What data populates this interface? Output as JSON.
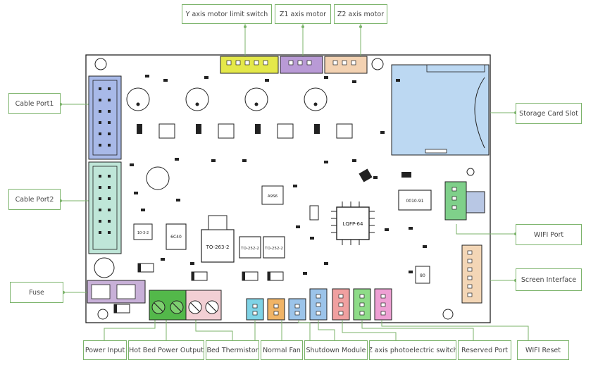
{
  "labels": {
    "y_limit": "Y axis motor limit switch",
    "z1": "Z1 axis motor",
    "z2": "Z2 axis motor",
    "cable1": "Cable Port1",
    "cable2": "Cable Port2",
    "fuse": "Fuse",
    "storage": "Storage Card Slot",
    "wifi_port": "WIFI Port",
    "screen": "Screen Interface",
    "power_input": "Power Input",
    "hot_bed": "Hot Bed Power Output",
    "bed_therm": "Bed Thermistor",
    "normal_fan": "Normal Fan",
    "shutdown": "Shutdown  Module",
    "z_photo": "Z axis photoelectric switch",
    "reserved": "Reserved Port",
    "wifi_reset": "WIFI Reset"
  },
  "chip_text": {
    "mcu": "LQFP-64",
    "to263": "TO-263-2",
    "to252a": "TO-252-2",
    "to252b": "TO-252-2",
    "ic_right": "0010-91",
    "sot": "6C40",
    "pin": "80",
    "lm": "10-3-2",
    "ic_small": "A9S6"
  },
  "colors": {
    "line": "#7bb36a",
    "yellow": "#e4e84a",
    "purple": "#b99ad6",
    "peach": "#f3d2b2",
    "blue_port": "#a8b9e8",
    "teal_port": "#bfe6d8",
    "green_conn": "#53b84a",
    "pink_conn": "#f2cfd4",
    "fuse_box": "#c8b0d8",
    "sd_card": "#bcd8f2",
    "wifi_green": "#7fd08a",
    "screen_peach": "#f3d6b6",
    "cyan_conn": "#7fd3e6",
    "orange_conn": "#f0b466",
    "lightblue_conn": "#9cc4ea",
    "salmon_conn": "#f0a0a0",
    "lime_conn": "#8edc88",
    "magenta_conn": "#eea0d4"
  }
}
